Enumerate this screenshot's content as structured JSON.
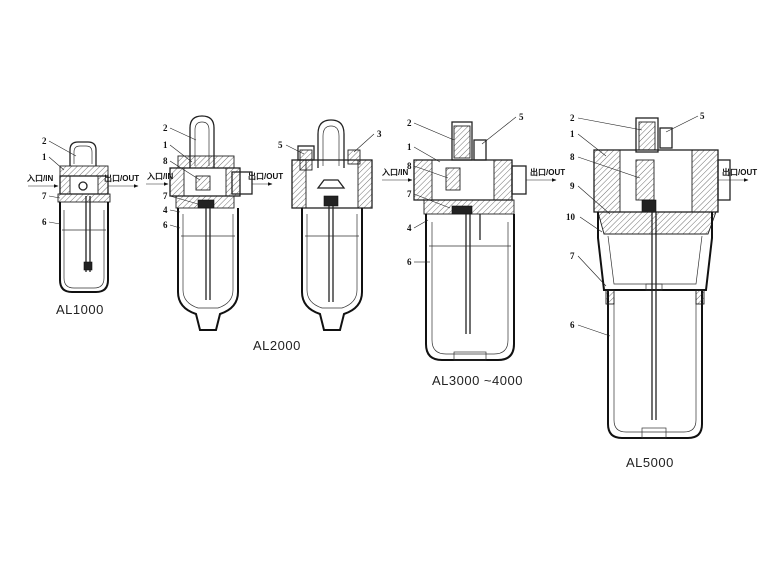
{
  "models": {
    "al1000": "AL1000",
    "al2000": "AL2000",
    "al3000_4000": "AL3000 ~4000",
    "al5000": "AL5000"
  },
  "ports": {
    "in": "入口/IN",
    "out": "出口/OUT"
  },
  "part_numbers": {
    "n1": "1",
    "n2": "2",
    "n3": "3",
    "n4": "4",
    "n5": "5",
    "n6": "6",
    "n7": "7",
    "n8": "8",
    "n9": "9",
    "n10": "10"
  },
  "colors": {
    "line": "#222222",
    "background": "#ffffff"
  }
}
